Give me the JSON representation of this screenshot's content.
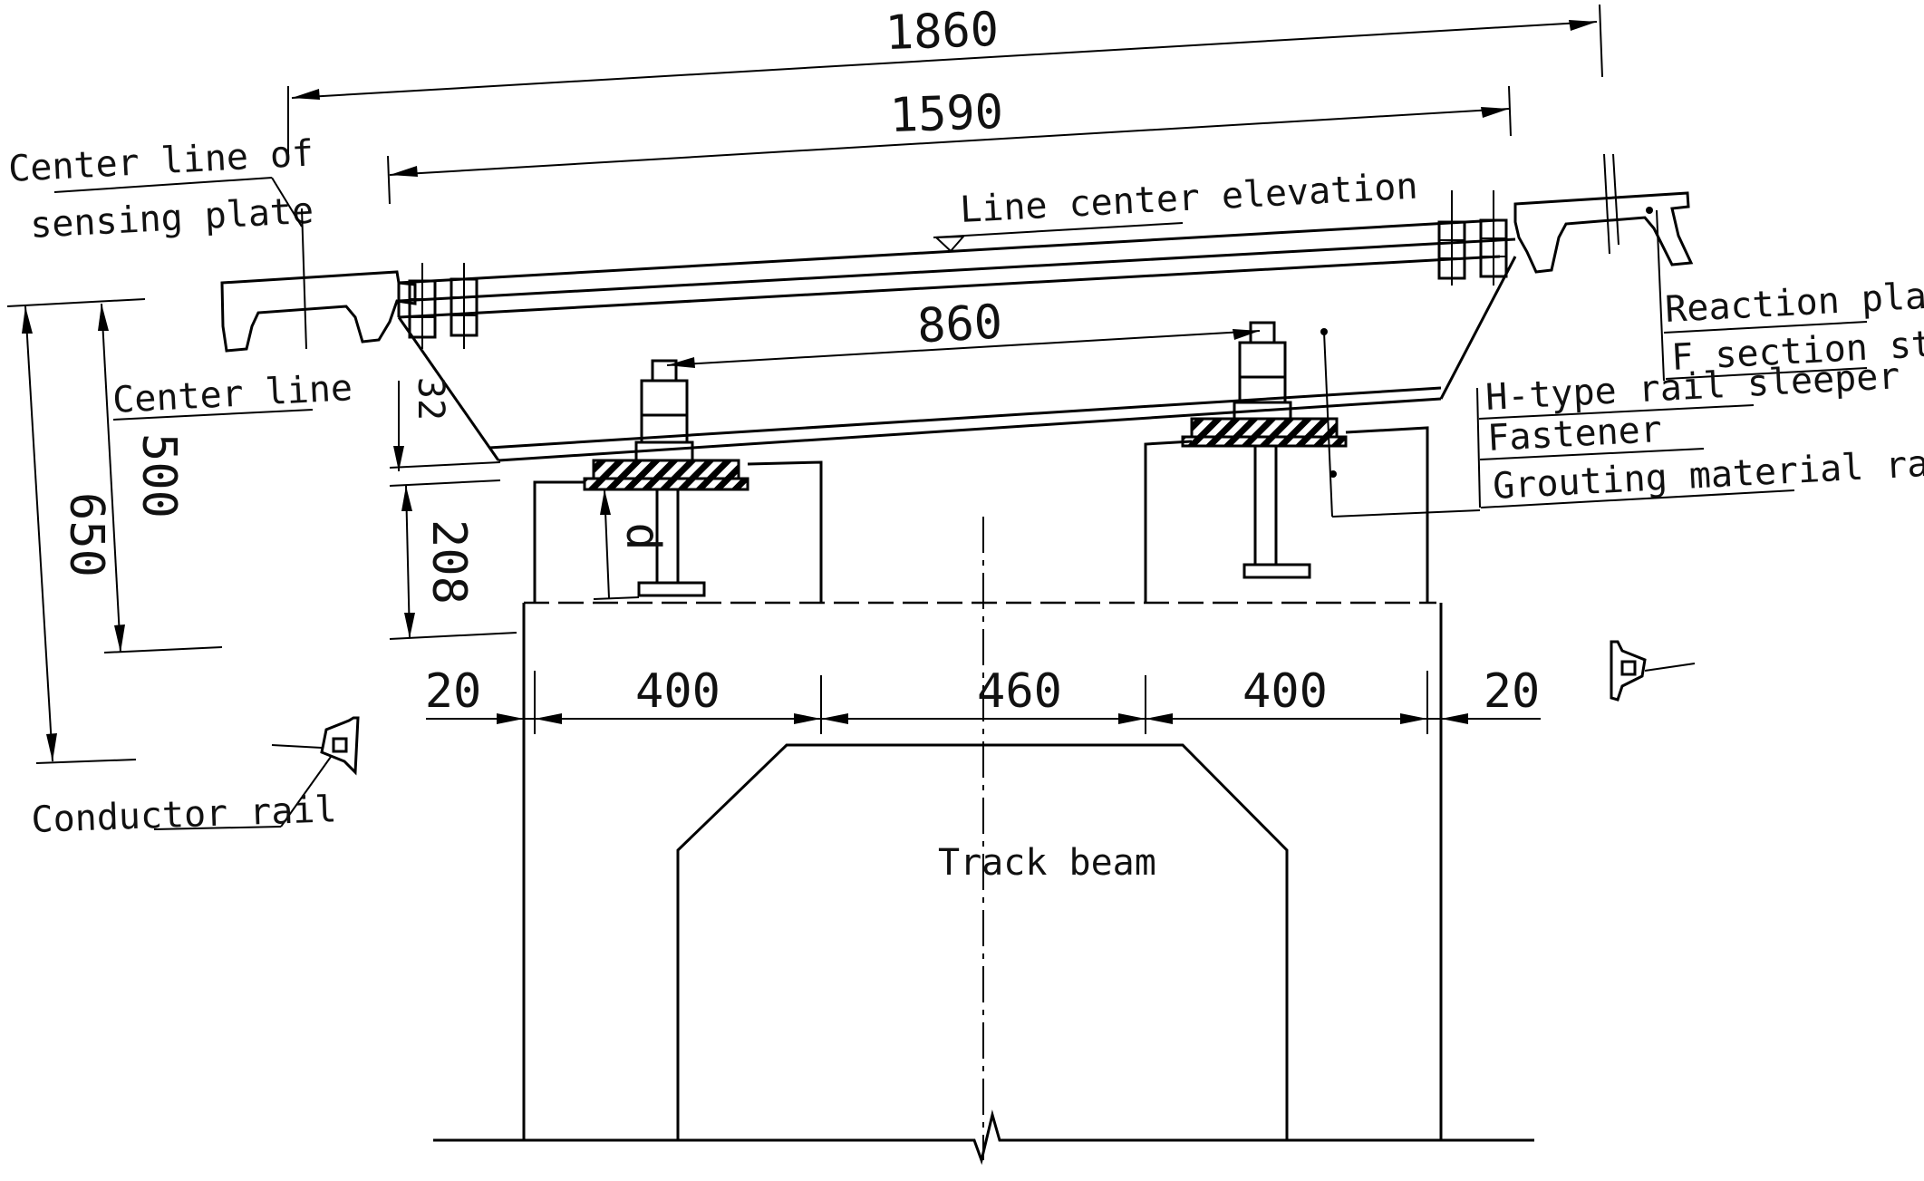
{
  "dimensions": {
    "overall_width": "1860",
    "inner_width": "1590",
    "bolt_spacing": "860",
    "bottom_left_edge": "20",
    "bottom_left_support": "400",
    "bottom_middle": "460",
    "bottom_right_support": "400",
    "bottom_right_edge": "20",
    "height_650": "650",
    "height_500": "500",
    "height_32": "32",
    "height_208": "208",
    "anchor_depth": "d"
  },
  "labels": {
    "center_line_of_line1": "Center line of",
    "center_line_of_line2": "sensing plate",
    "line_center_elevation": "Line center elevation",
    "center_line": "Center line",
    "reaction_plate": "Reaction plate",
    "f_section_steel": "F section steel",
    "h_type_rail_sleeper": "H-type rail sleeper",
    "fastener": "Fastener",
    "grouting_material": "Grouting material rail support",
    "conductor_rail": "Conductor rail",
    "track_beam": "Track beam"
  }
}
